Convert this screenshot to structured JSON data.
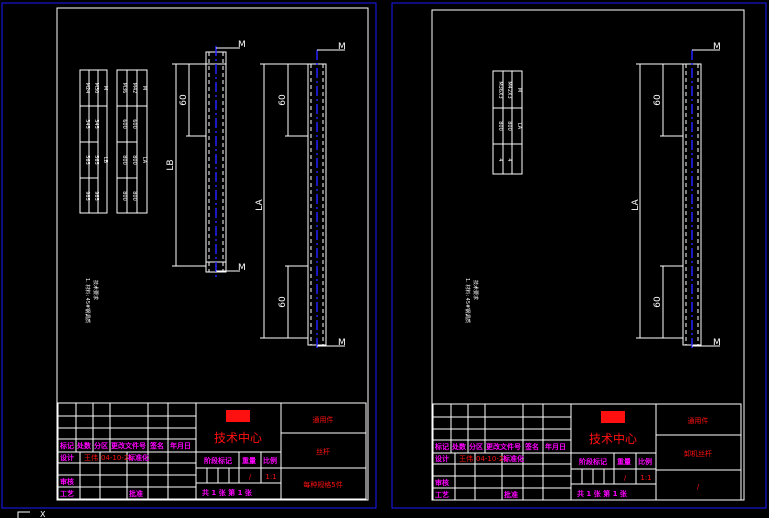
{
  "sheets": [
    {
      "dims": {
        "top": "M",
        "top2": "M",
        "bot": "M",
        "bot2": "M",
        "len60a": "60",
        "len60b": "60",
        "len60c": "60",
        "lb": "LB",
        "la": "LA"
      },
      "tables": [
        [
          [
            "M",
            "M24",
            "M30"
          ],
          [
            "345",
            "345"
          ],
          [
            "LB",
            "565",
            "565"
          ],
          [
            "",
            "985",
            "985"
          ]
        ],
        [
          [
            "M",
            "M36",
            "M42"
          ],
          [
            "600",
            "600"
          ],
          [
            "LA",
            "800",
            "800"
          ],
          [
            "",
            "800",
            "800"
          ]
        ]
      ],
      "notes": [
        "技术要求",
        "1. 材料: 45#钢调质"
      ],
      "title_block": {
        "logo_text": "技术中心",
        "category": "通用件",
        "part_name": "丝杆",
        "spec": "每种规格5件",
        "headers": [
          "标记",
          "处数",
          "分区",
          "更改文件号",
          "签名",
          "年月日"
        ],
        "design_label": "设计",
        "designer": "王伟",
        "date": "04-10-21",
        "std_label": "标准化",
        "review_label": "审核",
        "process_label": "工艺",
        "approve_label": "批准",
        "stage_label": "阶段标记",
        "weight_label": "重量",
        "scale_label": "比例",
        "weight": "/",
        "scale": "1:1",
        "sheets": "共 1 张  第 1 张"
      }
    },
    {
      "dims": {
        "top": "M",
        "bot": "M",
        "len60a": "60",
        "len60b": "60",
        "la": "LA"
      },
      "tables": [
        [
          [
            "M",
            "M36X3",
            "M42X3"
          ],
          [
            "LA",
            "800",
            "800"
          ],
          [
            "",
            "4",
            "4"
          ]
        ]
      ],
      "notes": [
        "技术要求",
        "1. 材料: 45#钢调质"
      ],
      "title_block": {
        "logo_text": "技术中心",
        "category": "通用件",
        "part_name": "卸机丝杆",
        "spec": "/",
        "headers": [
          "标记",
          "处数",
          "分区",
          "更改文件号",
          "签名",
          "年月日"
        ],
        "design_label": "设计",
        "designer": "王伟",
        "date": "04-10-21",
        "std_label": "标准化",
        "review_label": "审核",
        "process_label": "工艺",
        "approve_label": "批准",
        "stage_label": "阶段标记",
        "weight_label": "重量",
        "scale_label": "比例",
        "weight": "/",
        "scale": "1:1",
        "sheets": "共 1 张  第 1 张"
      }
    }
  ],
  "ucs_label": "X"
}
